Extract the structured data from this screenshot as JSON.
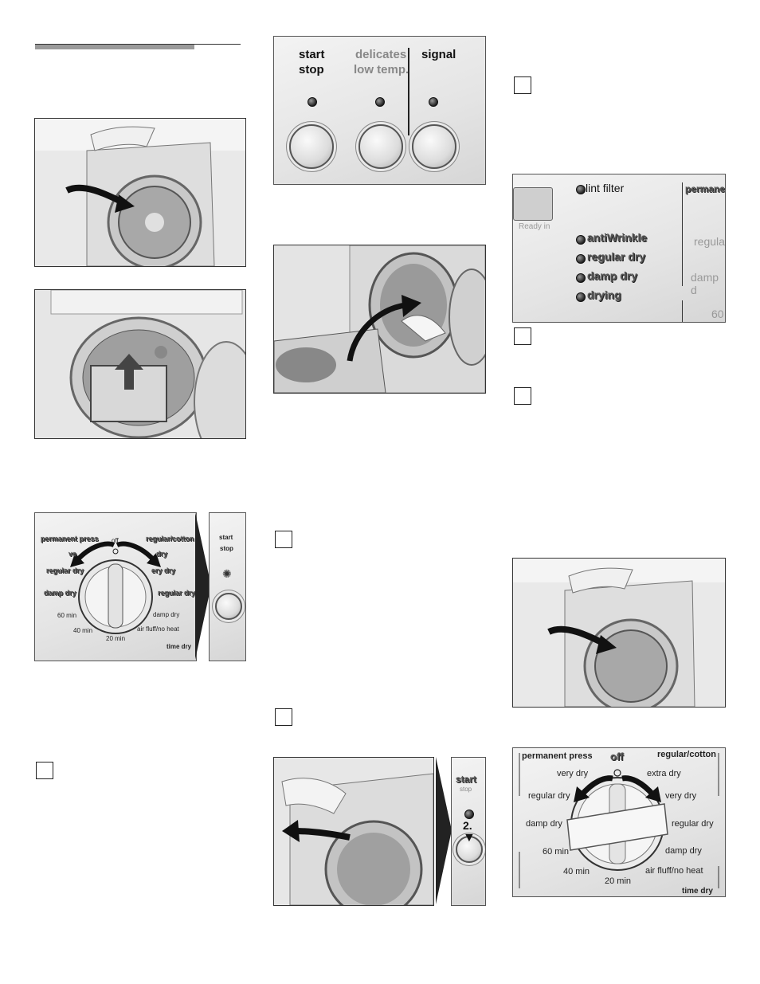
{
  "control_panel": {
    "start_label": "start",
    "stop_label": "stop",
    "delicates_label": "delicates",
    "low_temp_label": "low temp.",
    "signal_label": "signal"
  },
  "status_panel": {
    "lint_filter": "lint filter",
    "ready_in": "Ready in",
    "anti_wrinkle": "antiWrinkle",
    "regular_dry": "regular dry",
    "damp_dry": "damp dry",
    "drying": "drying",
    "permanent_partial": "permane",
    "regular_partial": "regula",
    "damp_partial": "damp d",
    "sixty_partial": "60"
  },
  "small_dial": {
    "permanent_press": "permanent press",
    "off": "off",
    "regular_cotton": "regular/cotton",
    "very_dry_left": "ve",
    "extra_dry": "dry",
    "regular_dry_left": "regular dry",
    "very_dry_right": "ery dry",
    "damp_dry_left": "damp dry",
    "regular_dry_right": "regular dry",
    "min_60": "60 min",
    "damp_dry_right": "damp dry",
    "min_40": "40 min",
    "air_fluff": "air fluff/no heat",
    "min_20": "20 min",
    "time_dry": "time dry",
    "start": "start",
    "stop": "stop"
  },
  "large_dial": {
    "permanent_press": "permanent press",
    "off": "off",
    "regular_cotton": "regular/cotton",
    "very_dry_left": "very dry",
    "extra_dry": "extra dry",
    "regular_dry_left": "regular dry",
    "very_dry_right": "very dry",
    "damp_dry_left": "damp dry",
    "regular_dry_right": "regular dry",
    "min_60": "60 min",
    "damp_dry_right": "damp dry",
    "min_40": "40 min",
    "air_fluff": "air fluff/no heat",
    "min_20": "20 min",
    "time_dry": "time dry"
  },
  "start_panel_small": {
    "start": "start",
    "stop": "stop",
    "step": "2."
  },
  "colors": {
    "rule_dark": "#333333",
    "rule_gray": "#9a9a9a",
    "arrow": "#111111"
  }
}
